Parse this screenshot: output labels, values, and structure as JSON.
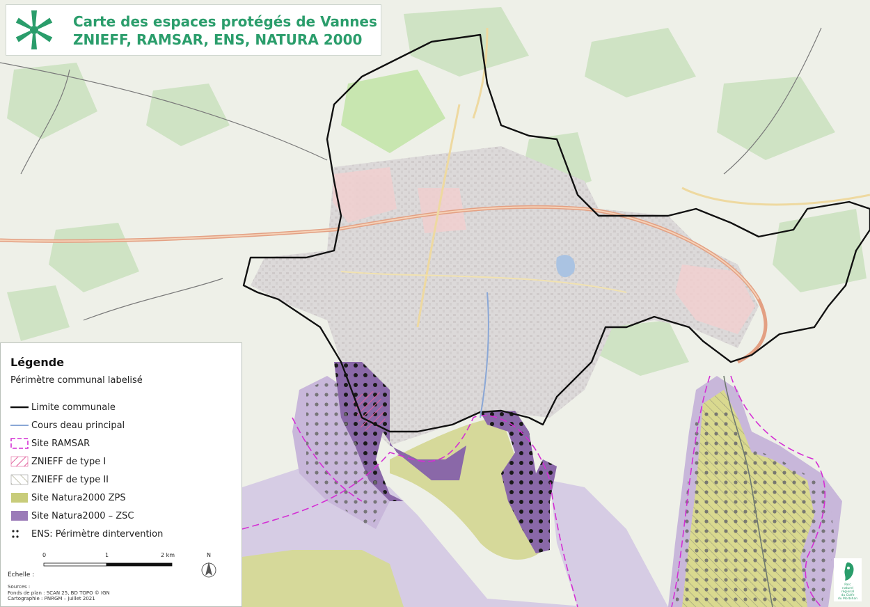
{
  "title": {
    "line1": "Carte des espaces protégés de Vannes",
    "line2": "ZNIEFF, RAMSAR, ENS, NATURA 2000",
    "color": "#2a9d6b"
  },
  "legend": {
    "title": "Légende",
    "subtitle": "Périmètre communal labelisé",
    "items": [
      {
        "label": "Limite communale",
        "symbol": "black-line"
      },
      {
        "label": "Cours deau principal",
        "symbol": "blue-line"
      },
      {
        "label": "Site RAMSAR",
        "symbol": "magenta-dashed-box"
      },
      {
        "label": "ZNIEFF de type I",
        "symbol": "pink-hatch"
      },
      {
        "label": "ZNIEFF de type II",
        "symbol": "grey-hatch"
      },
      {
        "label": "Site Natura2000 ZPS",
        "symbol": "olive-fill"
      },
      {
        "label": "Site Natura2000 – ZSC",
        "symbol": "purple-fill"
      },
      {
        "label": "ENS: Périmètre dintervention",
        "symbol": "dots"
      }
    ],
    "scale": {
      "label": "Echelle :",
      "ticks": [
        "0",
        "1",
        "2 km"
      ]
    },
    "north": "N",
    "sources": [
      "Sources :",
      "Fonds de plan : SCAN 25, BD TOPO © IGN",
      "Cartographie : PNRGM – juillet 2021"
    ]
  },
  "park_logo": {
    "lines": [
      "Parc",
      "naturel",
      "régional",
      "du Golfe",
      "du Morbihan"
    ]
  },
  "colors": {
    "commune_border": "#111111",
    "river": "#8aa7d6",
    "ramsar": "#d42fd4",
    "zps": "#c8cc7a",
    "zsc": "#9b7bb8",
    "water": "#d4c9e0",
    "urban": "#d9d6d6"
  }
}
